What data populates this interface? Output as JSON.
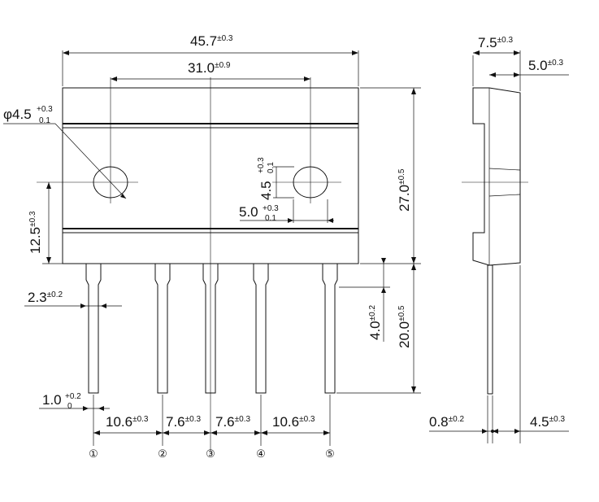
{
  "dimensions": {
    "overall_width": {
      "value": "45.7",
      "tol": "±0.3"
    },
    "hole_spacing": {
      "value": "31.0",
      "tol": "±0.9"
    },
    "hole_diameter": {
      "value": "φ4.5",
      "tol_upper": "+0.3",
      "tol_lower": "0.1"
    },
    "hole_height": {
      "value": "4.5",
      "tol_upper": "+0.3",
      "tol_lower": "0.1"
    },
    "hole_width": {
      "value": "5.0",
      "tol_upper": "+0.3",
      "tol_lower": "0.1"
    },
    "body_height": {
      "value": "27.0",
      "tol": "±0.5"
    },
    "hole_from_bottom": {
      "value": "12.5",
      "tol": "±0.3"
    },
    "lead_shoulder_width": {
      "value": "2.3",
      "tol": "±0.2"
    },
    "lead_bend": {
      "value": "4.0",
      "tol": "±0.2"
    },
    "lead_length": {
      "value": "20.0",
      "tol": "±0.5"
    },
    "lead_width": {
      "value": "1.0",
      "tol_upper": "+0.2",
      "tol_lower": "0"
    },
    "pitch_outer_left": {
      "value": "10.6",
      "tol": "±0.3"
    },
    "pitch_inner_left": {
      "value": "7.6",
      "tol": "±0.3"
    },
    "pitch_inner_right": {
      "value": "7.6",
      "tol": "±0.3"
    },
    "pitch_outer_right": {
      "value": "10.6",
      "tol": "±0.3"
    },
    "side_total_thickness": {
      "value": "7.5",
      "tol": "±0.3"
    },
    "side_top_thickness": {
      "value": "5.0",
      "tol": "±0.3"
    },
    "side_lead_thickness": {
      "value": "0.8",
      "tol": "±0.2"
    },
    "side_lead_offset": {
      "value": "4.5",
      "tol": "±0.3"
    }
  },
  "pins": [
    "①",
    "②",
    "③",
    "④",
    "⑤"
  ]
}
